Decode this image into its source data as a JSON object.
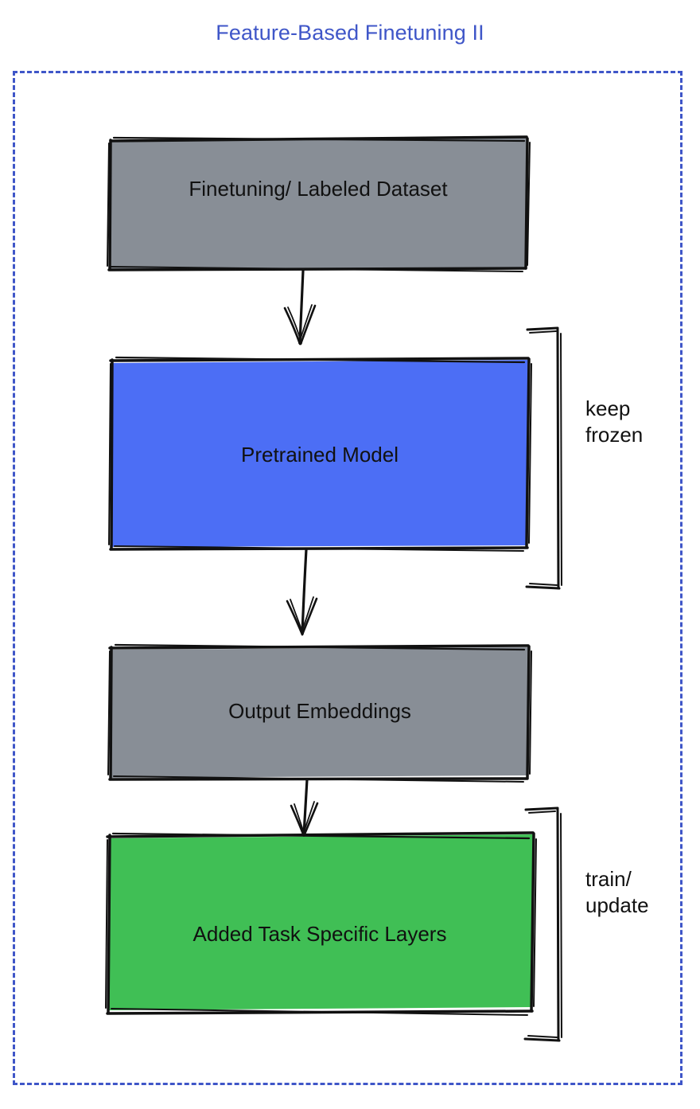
{
  "diagram": {
    "title": "Feature-Based Finetuning II",
    "title_color": "#3f56c8",
    "frame_color": "#3f56c8",
    "background_color": "#ffffff",
    "stroke_color": "#111111",
    "nodes": [
      {
        "id": "dataset",
        "label": "Finetuning/ Labeled Dataset",
        "fill": "#888e96",
        "order": 1
      },
      {
        "id": "pretrained",
        "label": "Pretrained Model",
        "fill": "#4c6ef5",
        "order": 2
      },
      {
        "id": "embeddings",
        "label": "Output Embeddings",
        "fill": "#888e96",
        "order": 3
      },
      {
        "id": "task-layers",
        "label": "Added Task Specific Layers",
        "fill": "#40bf55",
        "order": 4
      }
    ],
    "annotations": [
      {
        "id": "keep-frozen",
        "text": "keep\nfrozen",
        "targets": [
          "pretrained"
        ]
      },
      {
        "id": "train-update",
        "text": "train/\nupdate",
        "targets": [
          "task-layers"
        ]
      }
    ],
    "arrows": [
      {
        "id": "arrow-dataset-to-pretrained",
        "from": "dataset",
        "to": "pretrained"
      },
      {
        "id": "arrow-pretrained-to-embeddings",
        "from": "pretrained",
        "to": "embeddings"
      },
      {
        "id": "arrow-embeddings-to-task",
        "from": "embeddings",
        "to": "task-layers"
      }
    ]
  }
}
